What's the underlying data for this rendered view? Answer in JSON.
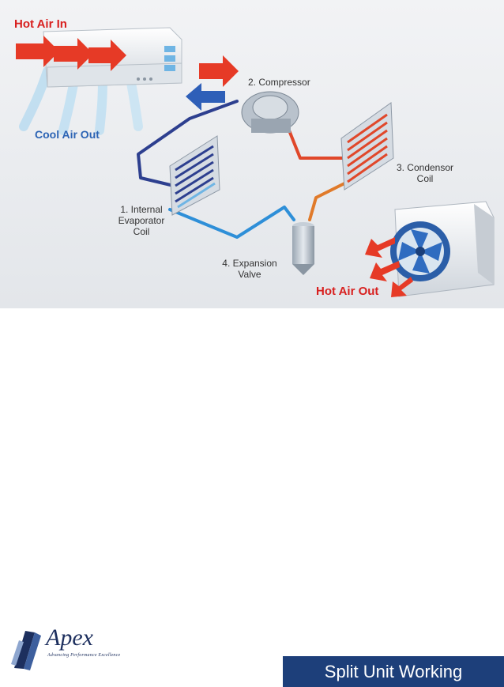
{
  "labels": {
    "hot_air_in": "Hot Air In",
    "cool_air_out": "Cool Air Out",
    "compressor": "2. Compressor",
    "condensor": [
      "3. Condensor",
      "Coil"
    ],
    "evaporator": [
      "1. Internal",
      "Evaporator",
      "Coil"
    ],
    "expansion": [
      "4. Expansion",
      "Valve"
    ],
    "hot_air_out": "Hot Air Out"
  },
  "footer": {
    "brand": "Apex",
    "tagline": "Advancing Performance Excellence",
    "title": "Split Unit Working"
  },
  "colors": {
    "hot": "#d8201f",
    "cool": "#2b63b4",
    "pipe_hot": "#e0472a",
    "pipe_cold": "#2d3f8f",
    "title_bg": "#1d3f7a"
  },
  "icons": [
    "indoor-unit-icon",
    "compressor-icon",
    "outdoor-fan-icon",
    "expansion-valve-icon",
    "coil-icon"
  ]
}
